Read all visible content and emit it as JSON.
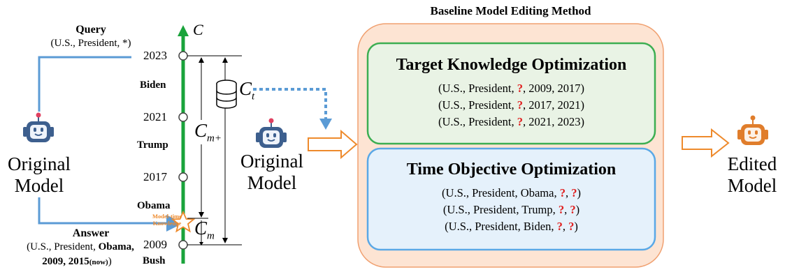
{
  "query": {
    "title": "Query",
    "tuple": "(U.S., President, *)"
  },
  "answer": {
    "title": "Answer",
    "line1_prefix": "(U.S., President, ",
    "line1_bold": "Obama,",
    "line2_bold": "2009, 2015",
    "line2_small": "(now)",
    "line2_end": ")"
  },
  "original_model_left": {
    "line1": "Original",
    "line2": "Model"
  },
  "original_model_mid": {
    "line1": "Original",
    "line2": "Model"
  },
  "edited_model": {
    "line1": "Edited",
    "line2": "Model"
  },
  "timeline": {
    "axis_label": "C",
    "years": [
      "2023",
      "2021",
      "2017",
      "2009"
    ],
    "names": [
      "Biden",
      "Trump",
      "Obama",
      "Bush"
    ],
    "star_label_1": "Model-time",
    "star_label_2": "Knowledge",
    "ct_label": "C",
    "ct_sub": "t",
    "cm_plus_label": "C",
    "cm_plus_sub": "m+",
    "cm_label": "C",
    "cm_sub": "m"
  },
  "baseline": {
    "title": "Baseline Model Editing Method",
    "target": {
      "title": "Target Knowledge Optimization",
      "rows": [
        {
          "pre": "(U.S., President, ",
          "q": "?",
          "post": ", 2009, 2017)"
        },
        {
          "pre": "(U.S., President, ",
          "q": "?",
          "post": ", 2017, 2021)"
        },
        {
          "pre": "(U.S., President, ",
          "q": "?",
          "post": ", 2021, 2023)"
        }
      ]
    },
    "time": {
      "title": "Time Objective Optimization",
      "rows": [
        {
          "pre": "(U.S., President, Obama, ",
          "q1": "?",
          "mid": ", ",
          "q2": "?",
          "post": ")"
        },
        {
          "pre": "(U.S., President, Trump, ",
          "q1": "?",
          "mid": ", ",
          "q2": "?",
          "post": ")"
        },
        {
          "pre": "(U.S., President, Biden, ",
          "q1": "?",
          "mid": ", ",
          "q2": "?",
          "post": ")"
        }
      ]
    }
  },
  "colors": {
    "blue_line": "#5b9bd5",
    "green_axis": "#1aa33b",
    "orange_arrow": "#ee8a2c",
    "outer_box_fill": "#fde4d3",
    "outer_box_border": "#f0a070",
    "target_fill": "#e9f3e5",
    "target_border": "#3cae52",
    "time_fill": "#e5f1fb",
    "time_border": "#5aa8e6",
    "robot_blue": "#3d5f8e",
    "robot_orange": "#e07d2b"
  }
}
